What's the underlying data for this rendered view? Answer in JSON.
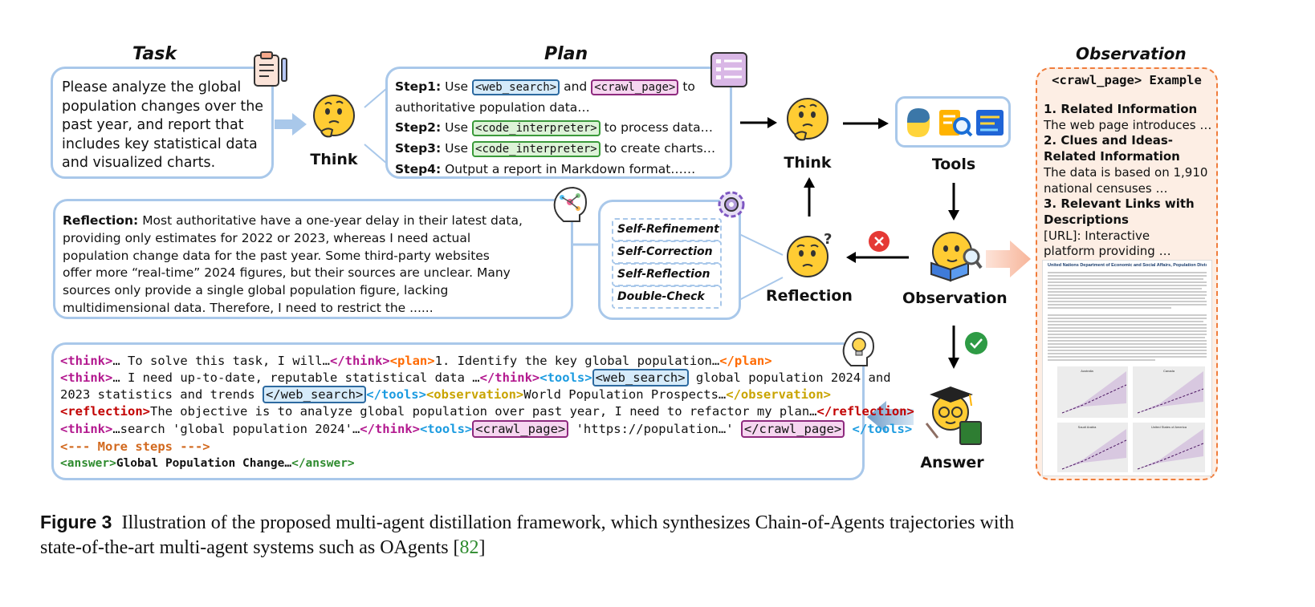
{
  "headings": {
    "task": "Task",
    "plan": "Plan",
    "observation": "Observation"
  },
  "task_text": [
    "Please analyze the global",
    "population changes over the",
    "past year, and report that",
    "includes key statistical data",
    "and visualized charts."
  ],
  "plan": {
    "step1": {
      "label": "Step1:",
      "pre": "Use",
      "tag1": "<web_search>",
      "mid": "and",
      "tag2": "<crawl_page>",
      "post": "to",
      "line2": "authoritative population data…"
    },
    "step2": {
      "label": "Step2:",
      "pre": "Use",
      "tag": "<code_interpreter>",
      "post": "to process data…"
    },
    "step3": {
      "label": "Step3:",
      "pre": "Use",
      "tag": "<code_interpreter>",
      "post": "to create charts…"
    },
    "step4": {
      "label": "Step4:",
      "text": "Output a report in Markdown format……"
    }
  },
  "reflection_panel": {
    "label": "Reflection:",
    "lines": [
      "Most authoritative have a one-year delay in their latest data,",
      "providing only estimates for 2022 or 2023, whereas I need actual",
      "population change data for the past year. Some third-party websites",
      "offer more “real-time” 2024 figures, but their sources are unclear. Many",
      "sources only provide a single global population figure, lacking",
      "multidimensional data. Therefore, I need to restrict the ......"
    ]
  },
  "methods": [
    "Self-Refinement",
    "Self-Correction",
    "Self-Reflection",
    "Double-Check"
  ],
  "node_labels": {
    "think1": "Think",
    "think2": "Think",
    "tools": "Tools",
    "reflection": "Reflection",
    "observation": "Observation",
    "answer": "Answer"
  },
  "trace": {
    "l1": {
      "t_open": "<think>",
      "t_text": "… To solve this task, I will…",
      "t_close": "</think>",
      "p_open": "<plan>",
      "p_text": "1. Identify the key global population…",
      "p_close": "</plan>"
    },
    "l2": {
      "t_open": "<think>",
      "t_text": "… I need up-to-date, reputable statistical data …",
      "t_close": "</think>",
      "tools_open": "<tools>",
      "ws": "<web_search>",
      "rest": " global population 2024 and"
    },
    "l3": {
      "pre": "2023 statistics and trends ",
      "ws_close": "</web_search>",
      "tools_close": "</tools>",
      "o_open": "<observation>",
      "o_text": "World Population Prospects…",
      "o_close": "</observation>"
    },
    "l4": {
      "r_open": "<reflection>",
      "r_text": "The objective is to analyze global population over past year, I need to refactor my plan…",
      "r_close": "</reflection>"
    },
    "l5": {
      "t_open": "<think>",
      "t_text": "…search 'global population 2024'…",
      "t_close": "</think>",
      "tools_open": "<tools>",
      "cp": "<crawl_page>",
      "url": " 'https://population…' ",
      "cp_close": "</crawl_page>",
      "tools_close": " </tools>"
    },
    "l6": {
      "text": "<--- More steps --->"
    },
    "l7": {
      "a_open": "<answer>",
      "a_text": "Global Population Change…",
      "a_close": "</answer>"
    }
  },
  "observation_example": {
    "title": "<crawl_page> Example",
    "h1": "1. Related Information",
    "t1": "The web page introduces …",
    "h2a": "2. Clues and Ideas-",
    "h2b": "Related Information",
    "t2a": "The data is based on 1,910",
    "t2b": "national censuses …",
    "h3a": "3. Relevant Links with",
    "h3b": "Descriptions",
    "t3a": "[URL]: Interactive",
    "t3b": "platform providing …",
    "doc_title": "United Nations Department of Economic and Social Affairs, Population Division",
    "mini_charts": [
      "Australia",
      "Canada",
      "Saudi Arabia",
      "United States of America"
    ]
  },
  "caption": {
    "label": "Figure 3",
    "text1": "Illustration of the proposed multi-agent distillation framework, which synthesizes Chain-of-Agents trajectories with",
    "text2_pre": "state-of-the-art multi-agent systems such as OAgents [",
    "ref": "82",
    "text2_post": "]"
  },
  "colors": {
    "panel_border": "#a9c8ea",
    "obs_border": "#f07d3c",
    "obs_fill": "#fdeee4",
    "ref_link": "#2e8b2e"
  }
}
